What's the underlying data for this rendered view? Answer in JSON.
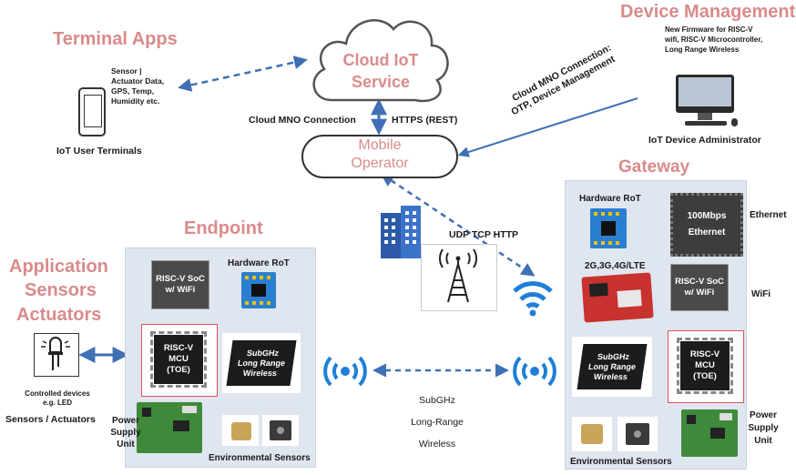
{
  "headings": {
    "terminal_apps": "Terminal Apps",
    "device_management": "Device Management",
    "gateway": "Gateway",
    "endpoint": "Endpoint",
    "application": "Application",
    "sensors": "Sensors",
    "actuators": "Actuators"
  },
  "cloud": {
    "line1": "Cloud IoT",
    "line2": "Service"
  },
  "mobile_operator": {
    "line1": "Mobile",
    "line2": "Operator"
  },
  "labels": {
    "sensor_data": [
      "Sensor |",
      "Actuator Data,",
      "GPS, Temp,",
      "Humidity etc."
    ],
    "iot_user_terminals": "IoT User Terminals",
    "cloud_mno_connection": "Cloud MNO Connection",
    "https_rest": "HTTPS (REST)",
    "firmware_text": [
      "New Firmware for RISC-V",
      "wifi, RISC-V Microcontroller,",
      "Long Range Wireless"
    ],
    "mno_diag_1": "Cloud MNO Connection:",
    "mno_diag_2": "OTP, Device Management",
    "iot_device_admin": "IoT Device Administrator",
    "udp_tcp_http": "UDP TCP HTTP",
    "subghz_1": "SubGHz",
    "subghz_2": "Long-Range",
    "subghz_3": "Wireless",
    "controlled_devices_1": "Controlled devices",
    "controlled_devices_2": "e.g. LED",
    "sensors_actuators": "Sensors / Actuators"
  },
  "endpoint_panel": {
    "hardware_rot": "Hardware RoT",
    "riscv_soc": [
      "RISC-V SoC",
      "w/ WiFi"
    ],
    "riscv_mcu": [
      "RISC-V",
      "MCU",
      "(TOE)"
    ],
    "subghz_chip": [
      "SubGHz",
      "Long Range",
      "Wireless"
    ],
    "power_supply": [
      "Power",
      "Supply",
      "Unit"
    ],
    "environmental": "Environmental Sensors"
  },
  "gateway_panel": {
    "hardware_rot": "Hardware RoT",
    "ethernet_chip": [
      "100Mbps",
      "Ethernet"
    ],
    "ethernet": "Ethernet",
    "cellular": "2G,3G,4G/LTE",
    "riscv_soc": [
      "RISC-V SoC",
      "w/ WiFi"
    ],
    "wifi": "WiFi",
    "subghz_chip": [
      "SubGHz",
      "Long Range",
      "Wireless"
    ],
    "riscv_mcu": [
      "RISC-V",
      "MCU",
      "(TOE)"
    ],
    "power_supply": [
      "Power",
      "Supply",
      "Unit"
    ],
    "environmental": "Environmental Sensors"
  },
  "colors": {
    "heading": "#d98b8b",
    "arrow_blue": "#3f6fb5",
    "panel_bg": "#dfe6f0",
    "accent_red": "#e0505a"
  }
}
